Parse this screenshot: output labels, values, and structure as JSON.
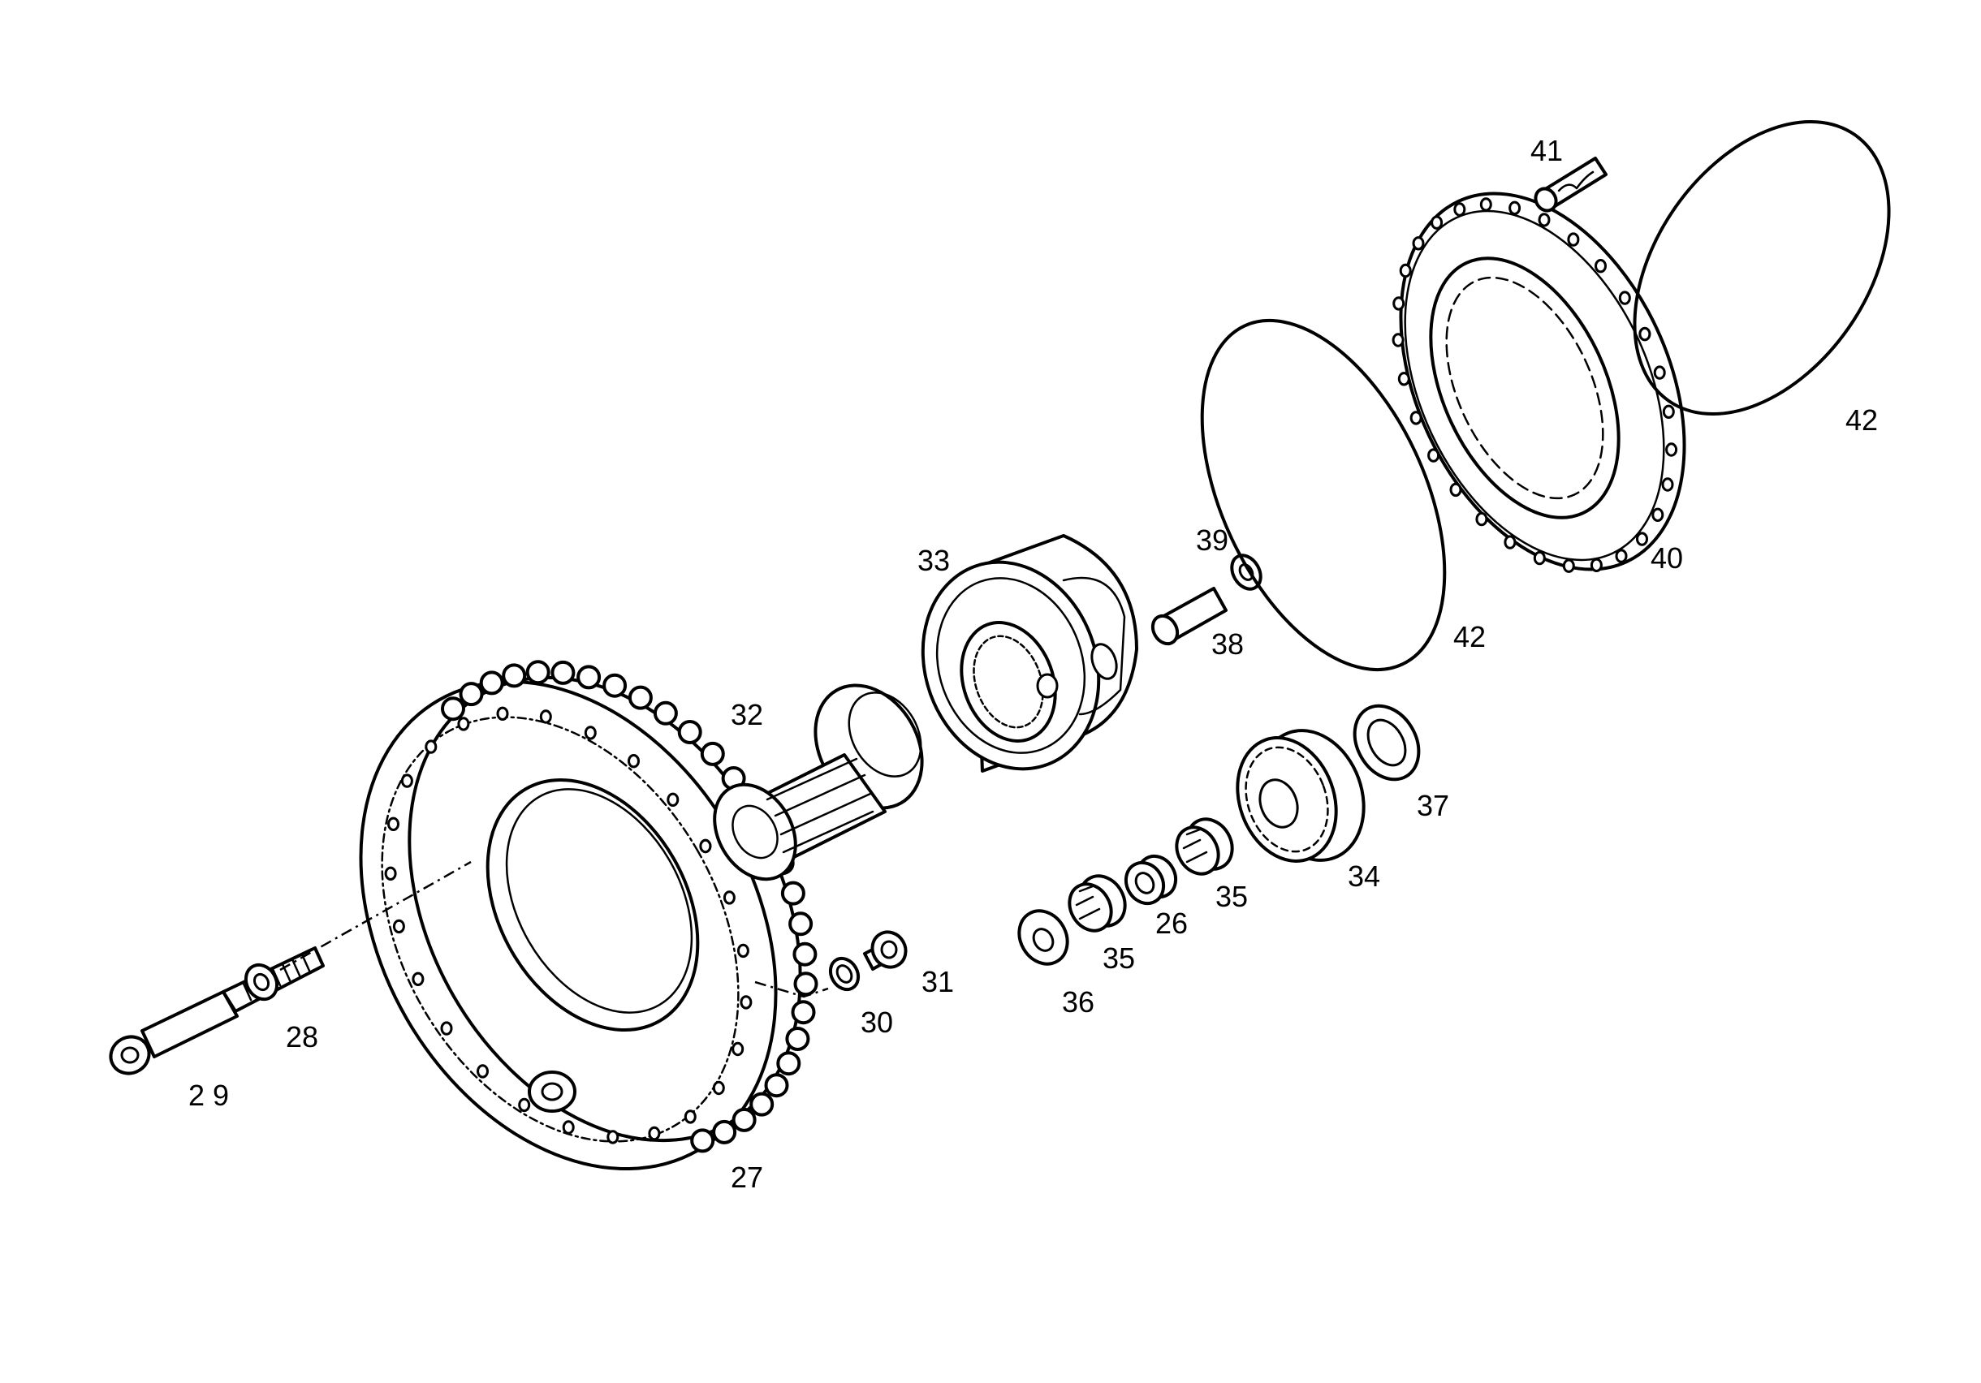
{
  "callouts": [
    {
      "id": "p26",
      "text": "26"
    },
    {
      "id": "p27",
      "text": "27"
    },
    {
      "id": "p28",
      "text": "28"
    },
    {
      "id": "p29",
      "text": "2 9"
    },
    {
      "id": "p30",
      "text": "30"
    },
    {
      "id": "p31",
      "text": "31"
    },
    {
      "id": "p32",
      "text": "32"
    },
    {
      "id": "p33",
      "text": "33"
    },
    {
      "id": "p34",
      "text": "34"
    },
    {
      "id": "p35a",
      "text": "35"
    },
    {
      "id": "p35b",
      "text": "35"
    },
    {
      "id": "p36",
      "text": "36"
    },
    {
      "id": "p37",
      "text": "37"
    },
    {
      "id": "p38",
      "text": "38"
    },
    {
      "id": "p39",
      "text": "39"
    },
    {
      "id": "p40",
      "text": "40"
    },
    {
      "id": "p41",
      "text": "41"
    },
    {
      "id": "p42a",
      "text": "42"
    },
    {
      "id": "p42b",
      "text": "42"
    }
  ]
}
